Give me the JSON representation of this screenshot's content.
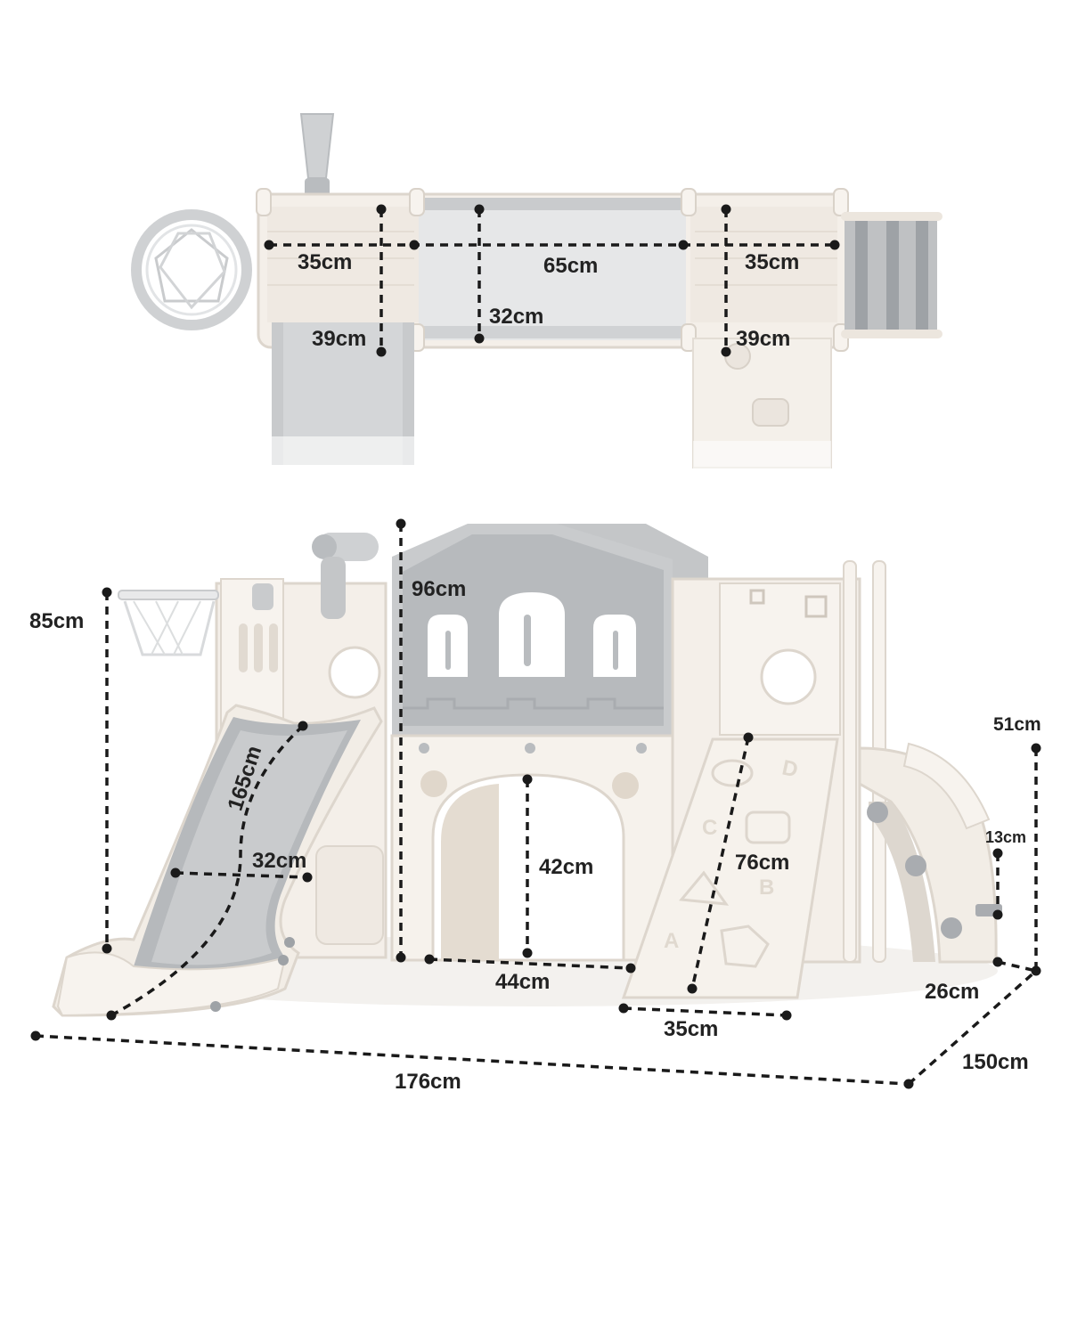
{
  "colors": {
    "body": "#f4efe9",
    "outline": "#ddd6cd",
    "grey": "#b9bcbf",
    "grey_dark": "#9ea2a6",
    "grey_light": "#d6d8da",
    "dim_line": "#1a1a1a",
    "text": "#222222"
  },
  "top_view": {
    "dims": {
      "left_tower_width": "35cm",
      "center_width": "65cm",
      "right_tower_width": "35cm",
      "center_depth": "32cm",
      "left_depth": "39cm",
      "right_depth": "39cm"
    }
  },
  "front_view": {
    "dims": {
      "basket_height": "85cm",
      "total_height": "96cm",
      "slide_length": "165cm",
      "slide_width": "32cm",
      "arch_height": "42cm",
      "arch_width": "44cm",
      "climber_length": "76cm",
      "climber_width": "35cm",
      "stairs_height": "51cm",
      "step_height": "13cm",
      "step_depth": "26cm",
      "total_width": "176cm",
      "total_depth": "150cm"
    },
    "climber_letters": [
      "D",
      "C",
      "B",
      "A"
    ]
  }
}
